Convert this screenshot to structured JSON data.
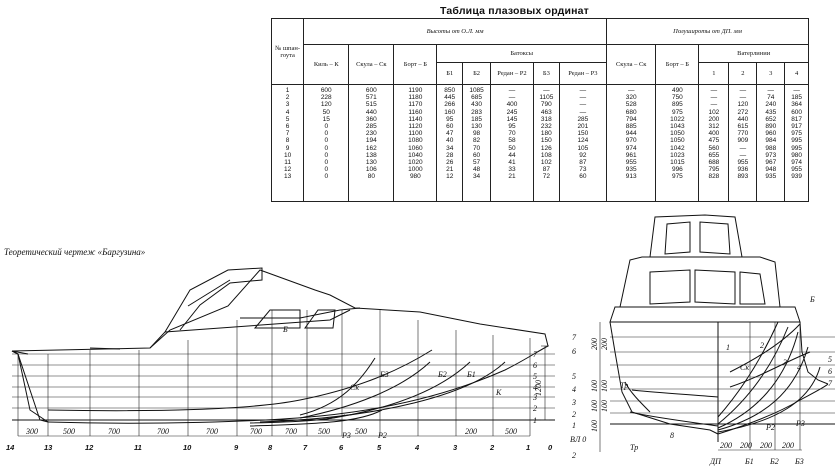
{
  "table": {
    "title": "Таблица плазовых ординат",
    "header": {
      "frame_no": "№ шпан- гоута",
      "heights": "Высоты от О.Л. мм",
      "half_breadths": "Полуширoты от ДП. мм",
      "keel": "Киль – К",
      "chine": "Скула – Ск",
      "side": "Борт – Б",
      "buttocks": "Батоксы",
      "b1": "Б1",
      "b2": "Б2",
      "step_r2": "Редан – Р2",
      "b3": "Б3",
      "step_r3": "Редан – Р3",
      "chine_hb": "Скула – Ск",
      "side_hb": "Борт – Б",
      "waterlines": "Ватерлинии",
      "wl1": "1",
      "wl2": "2",
      "wl3": "3",
      "wl4": "4"
    },
    "columns": {
      "frame": [
        "1",
        "2",
        "3",
        "4",
        "5",
        "6",
        "7",
        "8",
        "9",
        "10",
        "11",
        "12",
        "13"
      ],
      "keel": [
        "600",
        "228",
        "120",
        "50",
        "15",
        "0",
        "0",
        "0",
        "0",
        "0",
        "0",
        "0",
        "0"
      ],
      "chine": [
        "600",
        "571",
        "515",
        "440",
        "360",
        "285",
        "230",
        "194",
        "162",
        "138",
        "130",
        "106",
        "80"
      ],
      "side": [
        "1190",
        "1180",
        "1170",
        "1160",
        "1140",
        "1120",
        "1100",
        "1080",
        "1060",
        "1040",
        "1020",
        "1000",
        "980"
      ],
      "b1": [
        "850",
        "445",
        "266",
        "160",
        "95",
        "60",
        "47",
        "40",
        "34",
        "28",
        "26",
        "21",
        "12"
      ],
      "b2": [
        "1085",
        "685",
        "430",
        "283",
        "185",
        "130",
        "98",
        "82",
        "70",
        "60",
        "57",
        "48",
        "34"
      ],
      "r2": [
        "—",
        "—",
        "400",
        "245",
        "145",
        "95",
        "70",
        "58",
        "50",
        "44",
        "41",
        "33",
        "21"
      ],
      "b3": [
        "—",
        "1105",
        "790",
        "463",
        "318",
        "232",
        "180",
        "150",
        "126",
        "108",
        "102",
        "87",
        "72"
      ],
      "r3": [
        "—",
        "—",
        "—",
        "—",
        "285",
        "201",
        "150",
        "124",
        "105",
        "92",
        "87",
        "73",
        "60"
      ],
      "chine_hb": [
        "—",
        "320",
        "528",
        "680",
        "794",
        "885",
        "944",
        "970",
        "974",
        "961",
        "955",
        "935",
        "913"
      ],
      "side_hb": [
        "490",
        "750",
        "895",
        "975",
        "1022",
        "1043",
        "1050",
        "1050",
        "1042",
        "1023",
        "1015",
        "996",
        "975"
      ],
      "wl1": [
        "—",
        "—",
        "—",
        "102",
        "200",
        "312",
        "400",
        "475",
        "560",
        "655",
        "688",
        "795",
        "828"
      ],
      "wl2": [
        "—",
        "—",
        "120",
        "272",
        "440",
        "615",
        "770",
        "909",
        "—",
        "—",
        "955",
        "936",
        "893"
      ],
      "wl3": [
        "—",
        "74",
        "240",
        "435",
        "652",
        "890",
        "960",
        "984",
        "988",
        "973",
        "967",
        "948",
        "935"
      ],
      "wl4": [
        "—",
        "185",
        "364",
        "600",
        "817",
        "917",
        "975",
        "995",
        "995",
        "980",
        "974",
        "955",
        "939"
      ]
    }
  },
  "caption": "Теоретический чертеж «Баргузина»",
  "profile": {
    "station_labels": [
      "14",
      "13",
      "12",
      "11",
      "10",
      "9",
      "8",
      "7",
      "6",
      "5",
      "4",
      "3",
      "2",
      "1",
      "0"
    ],
    "spacing_dims": [
      "300",
      "500",
      "700",
      "700",
      "700",
      "700",
      "700",
      "500",
      "500",
      "200",
      "500"
    ],
    "height_dim": "1200",
    "wl_labels": [
      "7",
      "6",
      "5",
      "4",
      "3",
      "2",
      "1"
    ],
    "line_labels": {
      "side": "Б",
      "chine": "Ск",
      "b3": "Б3",
      "b2": "Б2",
      "b1": "Б1",
      "keel": "К",
      "r3": "Р3",
      "r2": "Р2"
    }
  },
  "body_plan": {
    "left_scale": [
      "7",
      "6",
      "5",
      "4",
      "3",
      "2",
      "1",
      "ВЛ 0",
      "2"
    ],
    "left_dims": [
      "200",
      "200",
      "100",
      "100",
      "100",
      "100",
      "100"
    ],
    "tr_label": "Тр",
    "station_labels": [
      "1",
      "2",
      "Ск",
      "3",
      "4",
      "8",
      "Б"
    ],
    "right_wl": [
      "5",
      "6",
      "7"
    ],
    "step_labels": [
      "Р2",
      "Р3"
    ],
    "bottom_dims": [
      "200",
      "200",
      "200",
      "200"
    ],
    "bottom_labels": [
      "ДП",
      "Б1",
      "Б2",
      "Б3"
    ]
  }
}
